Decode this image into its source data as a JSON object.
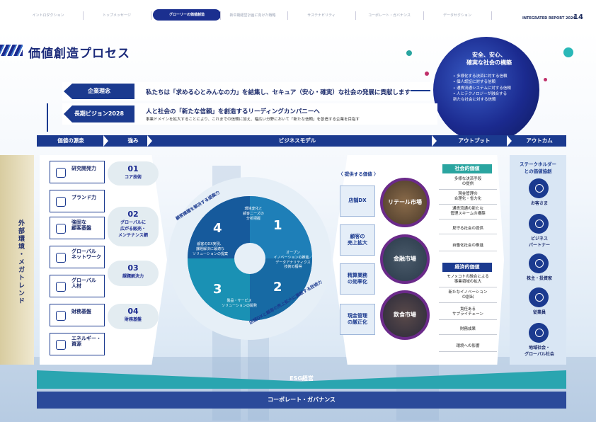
{
  "nav": {
    "tabs": [
      "イントロダクション",
      "トップメッセージ",
      "グローリーの価値創造",
      "新中期経営計画に向けた戦略",
      "サステナビリティ",
      "コーポレート・ガバナンス",
      "データセクション"
    ],
    "report": "INTEGRATED REPORT 2024",
    "page": "14"
  },
  "page_title": "価値創造プロセス",
  "vision_circle": {
    "title": "安全、安心、\n確実な社会の構築",
    "items": [
      "多様化する決済に対する信頼",
      "個人認証に対する信頼",
      "通貨流通システムに対する信頼",
      "人とテクノロジーが融合する\n新たな社会に対する信頼"
    ]
  },
  "philosophy": {
    "label": "企業理念",
    "text": "私たちは「求める心とみんなの力」を結集し、セキュア（安心・確実）な社会の発展に貢献します"
  },
  "vision2028": {
    "label": "長期ビジョン2028",
    "text": "人と社会の「新たな信頼」を創造するリーディングカンパニーへ",
    "sub": "事業ドメインを拡大することにより、これまでの信頼に加え、幅広い分野において「新たな信頼」を創造する企業を目指す"
  },
  "headers": [
    "価値の源泉",
    "強み",
    "ビジネスモデル",
    "アウトプット",
    "アウトカム"
  ],
  "external": "外部環境・メガトレンド",
  "sources": [
    "研究開発力",
    "ブランド力",
    "強固な\n顧客基盤",
    "グローバル\nネットワーク",
    "グローバル\n人材",
    "財務基盤",
    "エネルギー・\n資源"
  ],
  "strengths": [
    {
      "n": "01",
      "t": "コア技術"
    },
    {
      "n": "02",
      "t": "グローバルに\n広がる販売・\nメンテナンス網"
    },
    {
      "n": "03",
      "t": "課題解決力"
    },
    {
      "n": "04",
      "t": "財務基盤"
    }
  ],
  "cycle": {
    "arc_top": "顧客課題を解決する提案力",
    "arc_bottom": "店舗DXと顧客の売上拡大に貢献する技術力",
    "steps": [
      {
        "n": "1",
        "t": "環境変化と\n顧客ニーズの\n分析把握"
      },
      {
        "n": "2",
        "t": "オープン\nイノベーションの推進／\nデータアナリティクス\n技術の獲得"
      },
      {
        "n": "3",
        "t": "製品・サービス\nソリューションの開発"
      },
      {
        "n": "4",
        "t": "顧客のDX実現、\n課題解決に最適な\nソリューションの提案"
      }
    ]
  },
  "provided": {
    "label": "〈 提供する価値 〉",
    "items": [
      "店舗DX",
      "顧客の\n売上拡大",
      "精算業務\nの効率化",
      "現金管理\nの厳正化"
    ]
  },
  "markets": [
    "リテール市場",
    "金融市場",
    "飲食市場"
  ],
  "social": {
    "header": "社会的価値",
    "items": [
      "多様な決済手段\nの提供",
      "現金管理の\n合理化・省力化",
      "通貨流通の新たな\n管理スキームの構築",
      "見守る社会の提供",
      "自働化社会の推進"
    ]
  },
  "economic": {
    "header": "経済的価値",
    "items": [
      "モノ×コトの融合による\n事業領域の拡大",
      "新たなイノベーション\nの創出",
      "責任ある\nサプライチェーン",
      "財務成果",
      "環境への影響"
    ]
  },
  "stakeholders": {
    "title": "ステークホルダー\nとの価値協創",
    "items": [
      "お客さま",
      "ビジネス\nパートナー",
      "株主・投資家",
      "従業員",
      "地域社会・\nグローバル社会"
    ]
  },
  "esg": "ESG経営",
  "governance": "コーポレート・ガバナンス",
  "colors": {
    "navy": "#1b3a8f",
    "teal": "#2aa5a0",
    "purple": "#6b2a8a"
  }
}
